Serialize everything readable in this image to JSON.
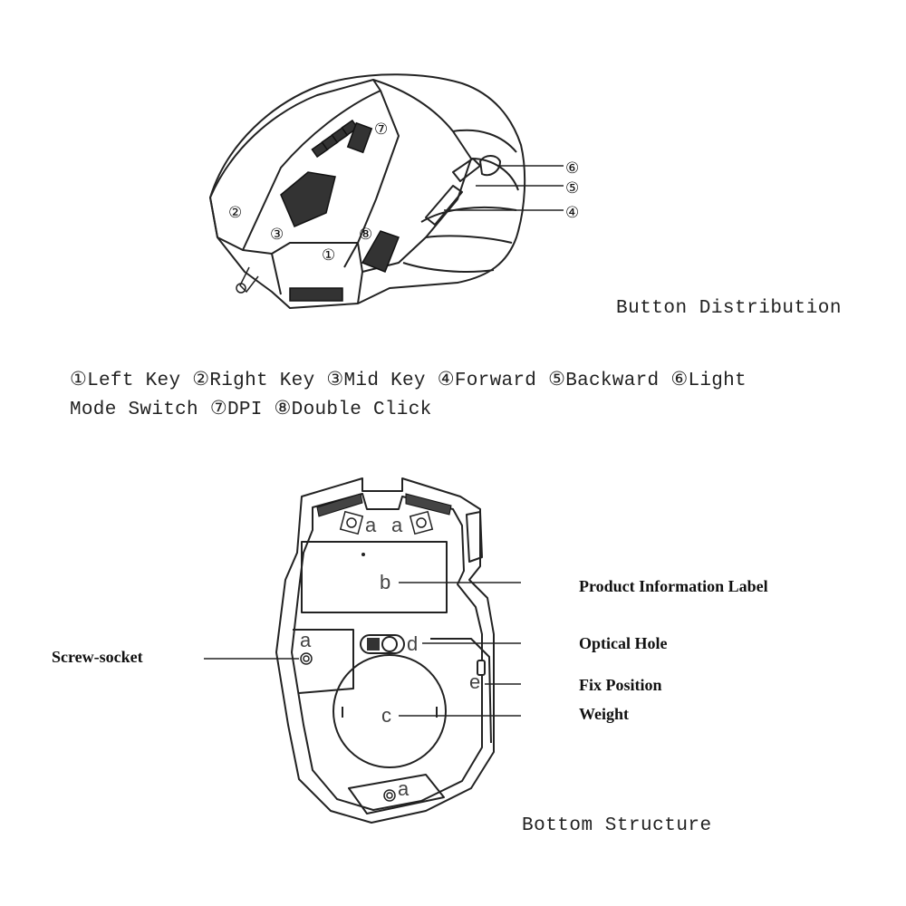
{
  "top_view": {
    "callouts": [
      "①",
      "②",
      "③",
      "④",
      "⑤",
      "⑥",
      "⑦",
      "⑧"
    ],
    "caption": "Button Distribution"
  },
  "legend": {
    "line1": "①Left Key   ②Right Key  ③Mid Key  ④Forward  ⑤Backward   ⑥Light",
    "line2": "Mode Switch   ⑦DPI   ⑧Double Click"
  },
  "bottom_view": {
    "letters": {
      "a": "a",
      "b": "b",
      "c": "c",
      "d": "d",
      "e": "e"
    },
    "labels": {
      "product_info": "Product Information Label",
      "optical_hole": "Optical Hole",
      "fix_position": "Fix Position",
      "weight": "Weight",
      "screw_socket": "Screw-socket"
    },
    "caption": "Bottom Structure"
  }
}
